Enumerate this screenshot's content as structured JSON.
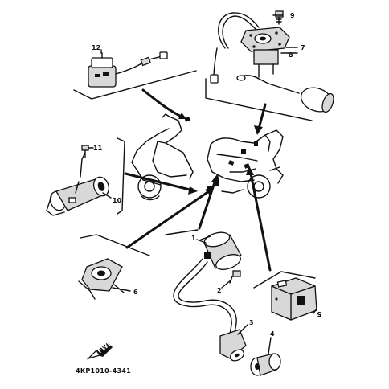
{
  "callouts": {
    "n1": "1",
    "n2": "2",
    "n3": "3",
    "n4": "4",
    "n5": "5",
    "n6": "6",
    "n7": "7",
    "n8": "8",
    "n9": "9",
    "n10": "10",
    "n11": "11",
    "n12": "12"
  },
  "front_marker": "FWD",
  "diagram_code": "4KP1010-4341"
}
